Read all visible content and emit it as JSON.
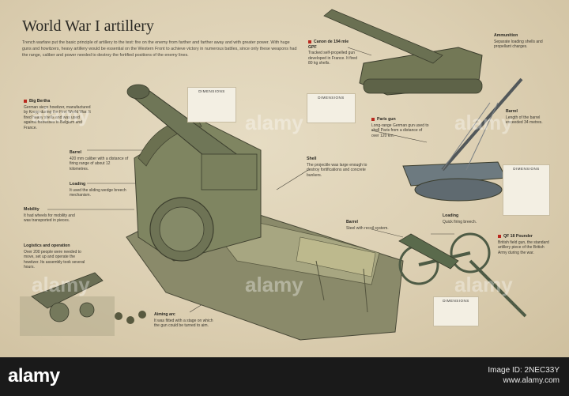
{
  "title": "World War I artillery",
  "intro": "Trench warfare put the basic principle of artillery to the test: fire on the enemy from farther and farther away and with greater power. With huge guns and howitzers, heavy artillery would be essential on the Western Front to achieve victory in numerous battles, since only these weapons had the range, caliber and power needed to destroy the fortified positions of the enemy lines.",
  "labels": {
    "big_bertha": {
      "title": "Big Bertha",
      "text": "German siege howitzer, manufactured by Krupp during the First World War. It fired heavy shells and was used against fortresses in Belgium and France."
    },
    "barrel": {
      "title": "Barrel",
      "text": "420 mm caliber with a distance of firing range of about 12 kilometres."
    },
    "loading": {
      "title": "Loading",
      "text": "It used the sliding wedge breech mechanism."
    },
    "mobility": {
      "title": "Mobility",
      "text": "It had wheels for mobility and was transported in pieces."
    },
    "logistics": {
      "title": "Logistics and operation",
      "text": "Over 200 people were needed to move, set up and operate the howitzer. Its assembly took several hours."
    },
    "shell": {
      "title": "Shell",
      "text": "The projectile was large enough to destroy fortifications and concrete bunkers."
    },
    "aiming": {
      "title": "Aiming arc",
      "text": "It was fitted with a stage on which the gun could be turned to aim."
    },
    "canon": {
      "title": "Canon de 194 mle GPF",
      "text": "Tracked self-propelled gun developed in France. It fired 80 kg shells."
    },
    "ammunition": {
      "title": "Ammunition",
      "text": "Separate loading shells and propellant charges."
    },
    "paris_gun": {
      "title": "Paris gun",
      "text": "Long-range German gun used to shell Paris from a distance of over 120 km."
    },
    "barrel_length": {
      "title": "Barrel",
      "text": "Length of the barrel exceeded 34 metres."
    },
    "qf": {
      "title": "QF 18 Pounder",
      "text": "British field gun, the standard artillery piece of the British Army during the war."
    },
    "barrel_qf": {
      "title": "Barrel",
      "text": "Steel with recoil system."
    },
    "loading_qf": {
      "title": "Loading",
      "text": "Quick firing breech."
    }
  },
  "dimensions_label": "DIMENSIONS",
  "watermark": "alamy",
  "footer": {
    "logo": "alamy",
    "image_id": "Image ID: 2NEC33Y",
    "site": "www.alamy.com"
  },
  "colors": {
    "background": "#dccfb2",
    "accent": "#b9281e",
    "footer": "#1a1a1a"
  }
}
